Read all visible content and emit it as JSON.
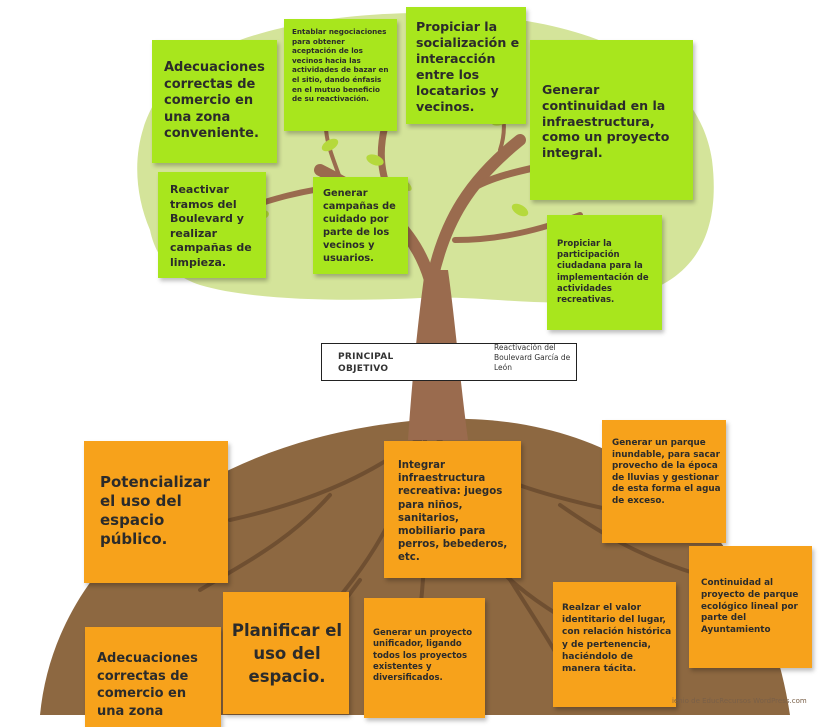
{
  "objective": {
    "label": "PRINCIPAL OBJETIVO",
    "value": "Reactivación del Boulevard García de León"
  },
  "leaves": [
    "Adecuaciones correctas de comercio en una zona conveniente.",
    "Entablar negociaciones para obtener aceptación de los vecinos hacia las actividades de bazar en el sitio, dando énfasis en el mutuo beneficio de su reactivación.",
    "Propiciar la socialización e interacción entre los locatarios y vecinos.",
    "Generar continuidad en la infraestructura, como un proyecto integral.",
    "Reactivar tramos del Boulevard y realizar campañas de limpieza.",
    "Generar campañas de cuidado por parte de los vecinos y usuarios.",
    "Propiciar la participación ciudadana para la implementación de actividades recreativas."
  ],
  "roots": [
    "Potencializar el uso del espacio público.",
    "Integrar infraestructura recreativa: juegos para niños, sanitarios, mobiliario para perros, bebederos, etc.",
    "Generar un parque inundable, para sacar provecho de la época de lluvias y gestionar de esta forma el agua de exceso.",
    "Continuidad al proyecto de parque ecológico lineal por parte del Ayuntamiento",
    "Adecuaciones correctas de comercio en una zona",
    "Planificar el uso del espacio.",
    "Generar un proyecto unificador, ligando todos los proyectos existentes y diversificados.",
    "Realzar el valor identitario del lugar, con relación histórica y de pertenencia, haciéndolo de manera tácita."
  ],
  "credit": "ienio de EducRecursos WordPress.com",
  "colors": {
    "canopy": "#d4e49a",
    "trunk": "#9a6b4e",
    "soil": "#8d6841",
    "sticky_green": "#a8e61d",
    "sticky_orange": "#f7a21b"
  }
}
